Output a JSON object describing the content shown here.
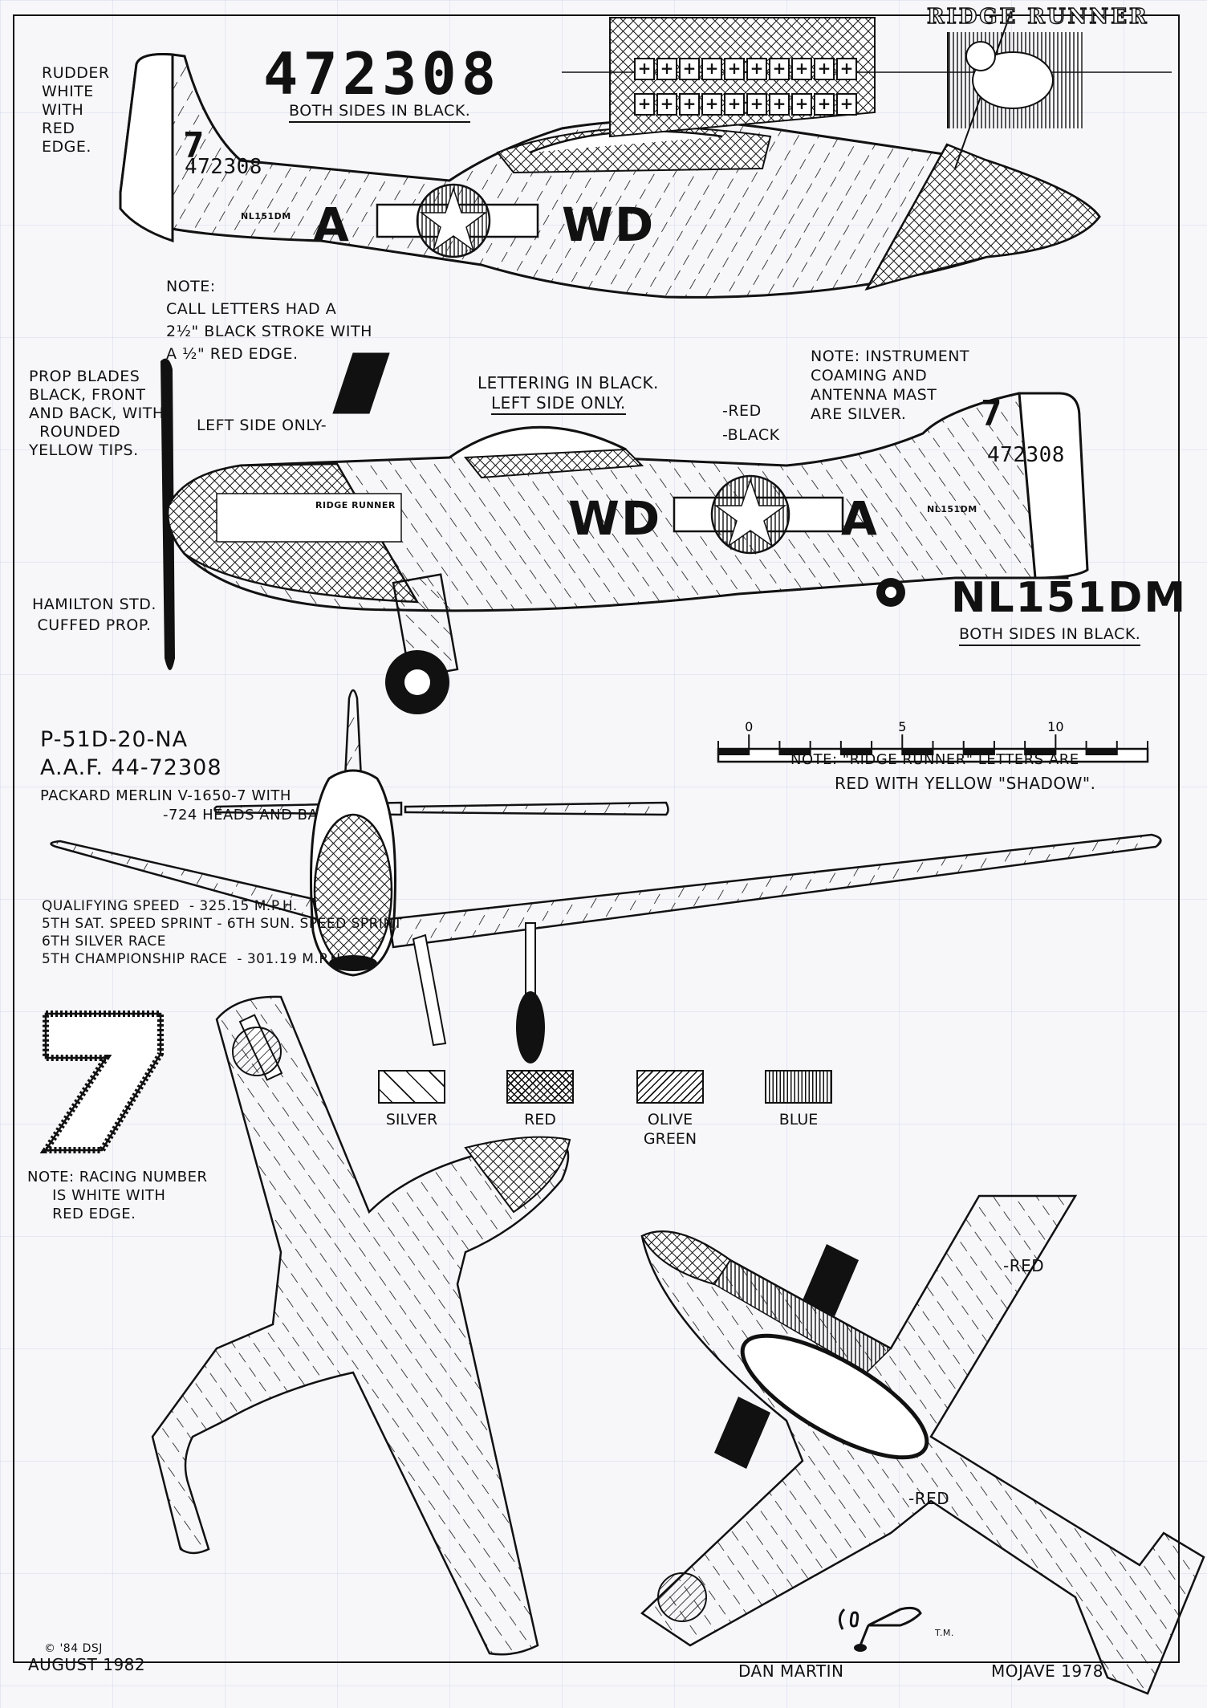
{
  "document": {
    "aircraft_type": "P-51D-20-NA",
    "aaf_serial": "A.A.F. 44-72308",
    "engine_line1": "Packard Merlin V-1650-7 with",
    "engine_line2": "-724 heads and banks.",
    "name_title": "Ridge Runner"
  },
  "markings": {
    "tail_serial": "472308",
    "tail_serial_note": "Both sides in Black.",
    "civil_registration": "NL151DM",
    "civil_registration_note": "Both sides in Black.",
    "racing_number": "7",
    "code_letters_left": "A",
    "code_letters_right": "WD",
    "small_fuselage_reg": "NL151DM",
    "mission_marks_rows": 2,
    "mission_marks_per_row": 10
  },
  "notes": {
    "rudder": "Rudder\nWhite\nWith\nRed\nEdge.",
    "call_letters": "Note:\nCall letters had a\n2½\" Black stroke with\na ½\" Red edge.",
    "prop_blades": "Prop blades\nBlack, front\nand back, with\n  rounded\nYellow tips.",
    "left_side_only": "Left side only-",
    "lettering": "Lettering in Black.",
    "lettering_sub": "Left side only.",
    "red_callout": "-Red",
    "black_callout": "-Black",
    "instrument": "Note: Instrument\ncoaming and\nantenna mast\nare Silver.",
    "hamilton": "Hamilton Std.\n cuffed prop.",
    "ridge_runner_letters": "Note: \"Ridge Runner\" letters are",
    "ridge_runner_letters2": "Red with Yellow \"Shadow\".",
    "racing_number_note": "Note: Racing number\n     is White with\n     Red edge.",
    "top_view_red_1": "-Red",
    "top_view_red_2": "-Red"
  },
  "race_results": {
    "line1": "Qualifying speed  - 325.15 M.P.H.",
    "line2": "5th Sat. speed sprint - 6th Sun. speed sprint",
    "line3": "6th Silver race",
    "line4": "5th Championship race  - 301.19 M.P.H."
  },
  "scale": {
    "ticks": [
      "0",
      "5",
      "10"
    ],
    "min": -1,
    "max": 13
  },
  "legend": [
    {
      "label": "Silver",
      "pattern": "diag-sparse"
    },
    {
      "label": "Red",
      "pattern": "crosshatch"
    },
    {
      "label": "Olive\nGreen",
      "pattern": "diag-dense"
    },
    {
      "label": "Blue",
      "pattern": "vertical"
    }
  ],
  "credits": {
    "copyright": "© '84 DSJ",
    "date": "August 1982",
    "artist": "Dan Martin",
    "location_year": "Mojave 1978",
    "signature_initials": "T.M."
  },
  "colors": {
    "ink": "#111111",
    "paper": "#f7f7fa",
    "grid": "#9aa0d2"
  }
}
